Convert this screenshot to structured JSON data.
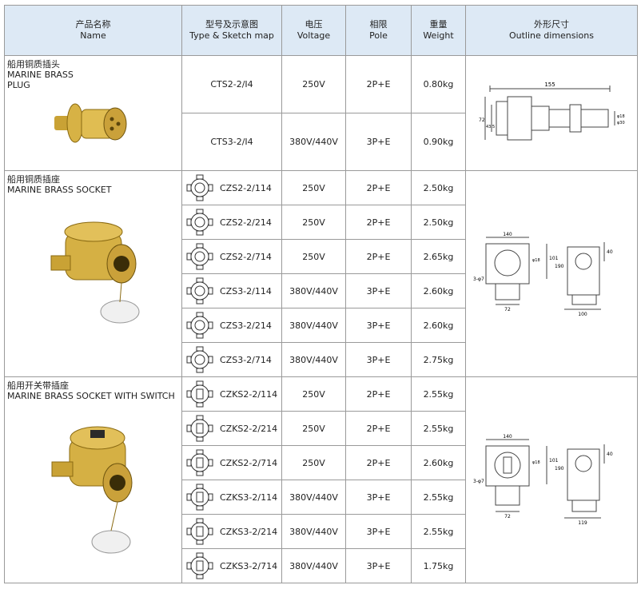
{
  "headers": {
    "name_cn": "产品名称",
    "name_en": "Name",
    "type_cn": "型号及示意图",
    "type_en": "Type & Sketch map",
    "voltage_cn": "电压",
    "voltage_en": "Voltage",
    "pole_cn": "相限",
    "pole_en": "Pole",
    "weight_cn": "重量",
    "weight_en": "Weight",
    "outline_cn": "外形尺寸",
    "outline_en": "Outline dimensions"
  },
  "groups": [
    {
      "name_cn": "船用铜质插头",
      "name_en_1": "MARINE BRASS",
      "name_en_2": "PLUG",
      "rows": [
        {
          "model": "CTS2-2/I4",
          "voltage": "250V",
          "pole": "2P+E",
          "weight": "0.80kg"
        },
        {
          "model": "CTS3-2/I4",
          "voltage": "380V/440V",
          "pole": "3P+E",
          "weight": "0.90kg"
        }
      ],
      "dims": {
        "w": "155",
        "h1": "72",
        "h2": "43.5",
        "d1": "φ18",
        "d2": "φ30"
      }
    },
    {
      "name_cn": "船用铜质插座",
      "name_en_1": "MARINE BRASS SOCKET",
      "rows": [
        {
          "model": "CZS2-2/114",
          "voltage": "250V",
          "pole": "2P+E",
          "weight": "2.50kg"
        },
        {
          "model": "CZS2-2/214",
          "voltage": "250V",
          "pole": "2P+E",
          "weight": "2.50kg"
        },
        {
          "model": "CZS2-2/714",
          "voltage": "250V",
          "pole": "2P+E",
          "weight": "2.65kg"
        },
        {
          "model": "CZS3-2/114",
          "voltage": "380V/440V",
          "pole": "3P+E",
          "weight": "2.60kg"
        },
        {
          "model": "CZS3-2/214",
          "voltage": "380V/440V",
          "pole": "3P+E",
          "weight": "2.60kg"
        },
        {
          "model": "CZS3-2/714",
          "voltage": "380V/440V",
          "pole": "3P+E",
          "weight": "2.75kg"
        }
      ],
      "dims": {
        "w": "140",
        "h": "101",
        "h2": "190",
        "d": "φ18",
        "side": "40",
        "holes": "3-φ7",
        "base": "72",
        "sidebase": "100"
      }
    },
    {
      "name_cn": "船用开关带插座",
      "name_en_1": "MARINE BRASS SOCKET WITH SWITCH",
      "rows": [
        {
          "model": "CZKS2-2/114",
          "voltage": "250V",
          "pole": "2P+E",
          "weight": "2.55kg"
        },
        {
          "model": "CZKS2-2/214",
          "voltage": "250V",
          "pole": "2P+E",
          "weight": "2.55kg"
        },
        {
          "model": "CZKS2-2/714",
          "voltage": "250V",
          "pole": "2P+E",
          "weight": "2.60kg"
        },
        {
          "model": "CZKS3-2/114",
          "voltage": "380V/440V",
          "pole": "3P+E",
          "weight": "2.55kg"
        },
        {
          "model": "CZKS3-2/214",
          "voltage": "380V/440V",
          "pole": "3P+E",
          "weight": "2.55kg"
        },
        {
          "model": "CZKS3-2/714",
          "voltage": "380V/440V",
          "pole": "3P+E",
          "weight": "1.75kg"
        }
      ],
      "dims": {
        "w": "140",
        "h": "101",
        "h2": "190",
        "d": "φ18",
        "side": "40",
        "holes": "3-φ7",
        "base": "72",
        "sidebase": "119"
      }
    }
  ]
}
